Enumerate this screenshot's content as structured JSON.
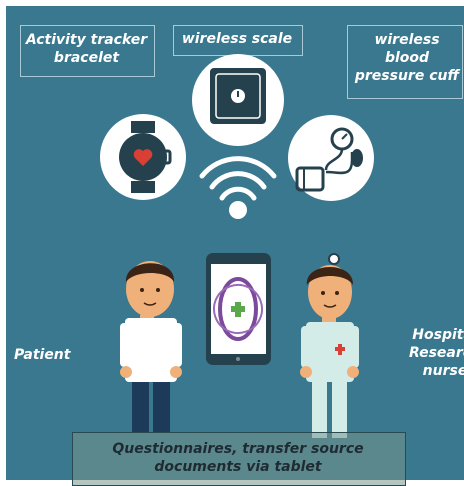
{
  "devices": {
    "activity_tracker": {
      "lines": [
        "Activity tracker",
        "bracelet"
      ]
    },
    "wireless_scale": {
      "lines": [
        "wireless scale"
      ]
    },
    "blood_pressure": {
      "lines": [
        "wireless",
        "blood",
        "pressure cuff"
      ]
    }
  },
  "people": {
    "patient": {
      "lines": [
        "Patient"
      ]
    },
    "nurse": {
      "lines": [
        "Hospital",
        "Research",
        "nurse"
      ]
    }
  },
  "footer": {
    "lines": [
      "Questionnaires,  transfer source",
      "documents via tablet"
    ]
  },
  "colors": {
    "background": "#39788e",
    "skin": "#f0b07a",
    "hair": "#3b2316",
    "device_circle": "#ffffff",
    "device_dark": "#25414d",
    "heart": "#d94035",
    "logo_purple": "#7c4a9b",
    "logo_green": "#5aa84a",
    "uniform": "#d4ece8",
    "footer_box": "#6e8f85"
  }
}
